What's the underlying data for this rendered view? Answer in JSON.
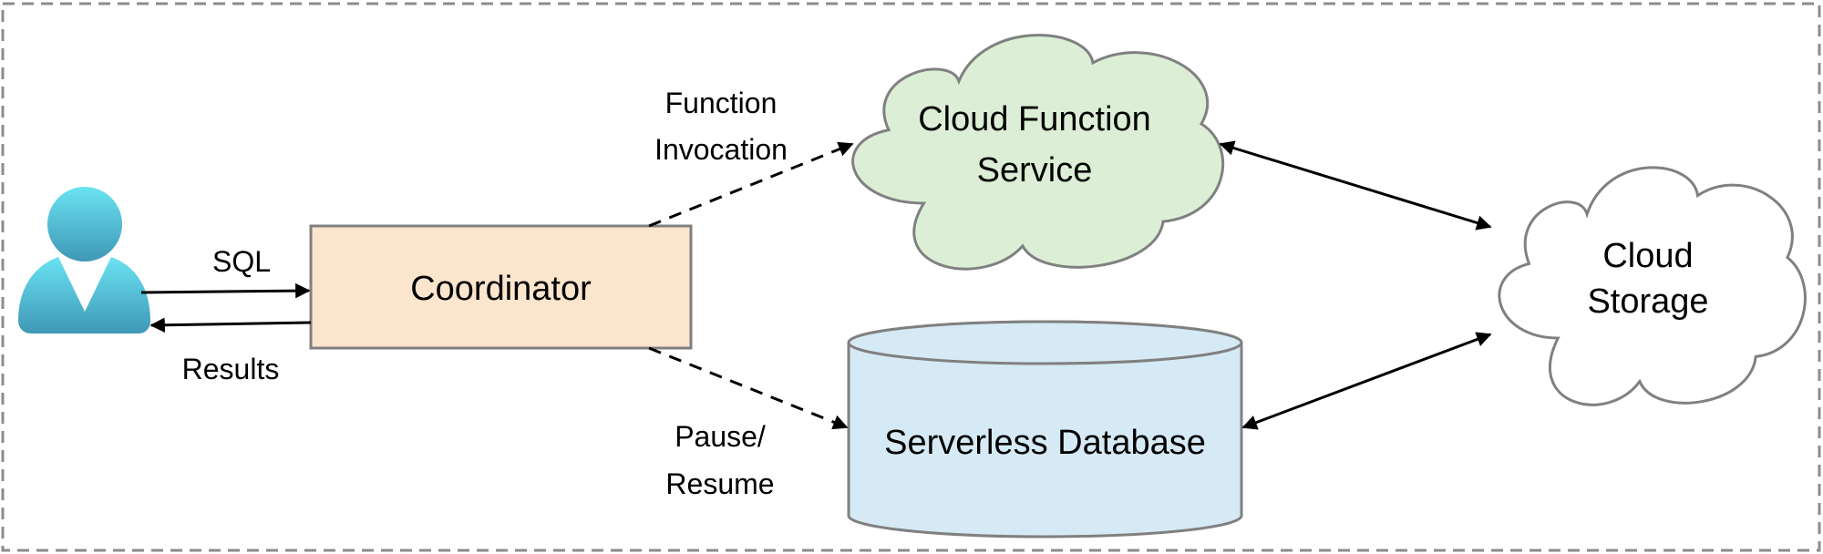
{
  "diagram": {
    "type": "architecture",
    "colors": {
      "user_icon_top": "#6ae3f2",
      "user_icon_bottom": "#3f97b6",
      "coordinator_fill": "#fce5cd",
      "cloud_function_fill": "#dcefd6",
      "cloud_storage_fill": "#ffffff",
      "database_fill": "#d6eaf5",
      "shape_stroke": "#808080",
      "edge_stroke": "#000000",
      "frame_stroke": "#8c8c8c"
    },
    "nodes": {
      "user": {
        "label": "",
        "icon": "user-icon"
      },
      "coordinator": {
        "label": "Coordinator"
      },
      "cloud_function": {
        "label_lines": [
          "Cloud Function",
          "Service"
        ]
      },
      "database": {
        "label": "Serverless Database"
      },
      "cloud_storage": {
        "label_lines": [
          "Cloud",
          "Storage"
        ]
      }
    },
    "edges": [
      {
        "from": "user",
        "to": "coordinator",
        "label_lines": [
          "SQL"
        ],
        "style": "solid",
        "arrow": "end"
      },
      {
        "from": "coordinator",
        "to": "user",
        "label_lines": [
          "Results"
        ],
        "style": "solid",
        "arrow": "end"
      },
      {
        "from": "coordinator",
        "to": "cloud_function",
        "label_lines": [
          "Function",
          "Invocation"
        ],
        "style": "dashed",
        "arrow": "end"
      },
      {
        "from": "coordinator",
        "to": "database",
        "label_lines": [
          "Pause/",
          "Resume"
        ],
        "style": "dashed",
        "arrow": "end"
      },
      {
        "from": "cloud_function",
        "to": "cloud_storage",
        "label_lines": [],
        "style": "solid",
        "arrow": "both"
      },
      {
        "from": "database",
        "to": "cloud_storage",
        "label_lines": [],
        "style": "solid",
        "arrow": "both"
      }
    ]
  }
}
